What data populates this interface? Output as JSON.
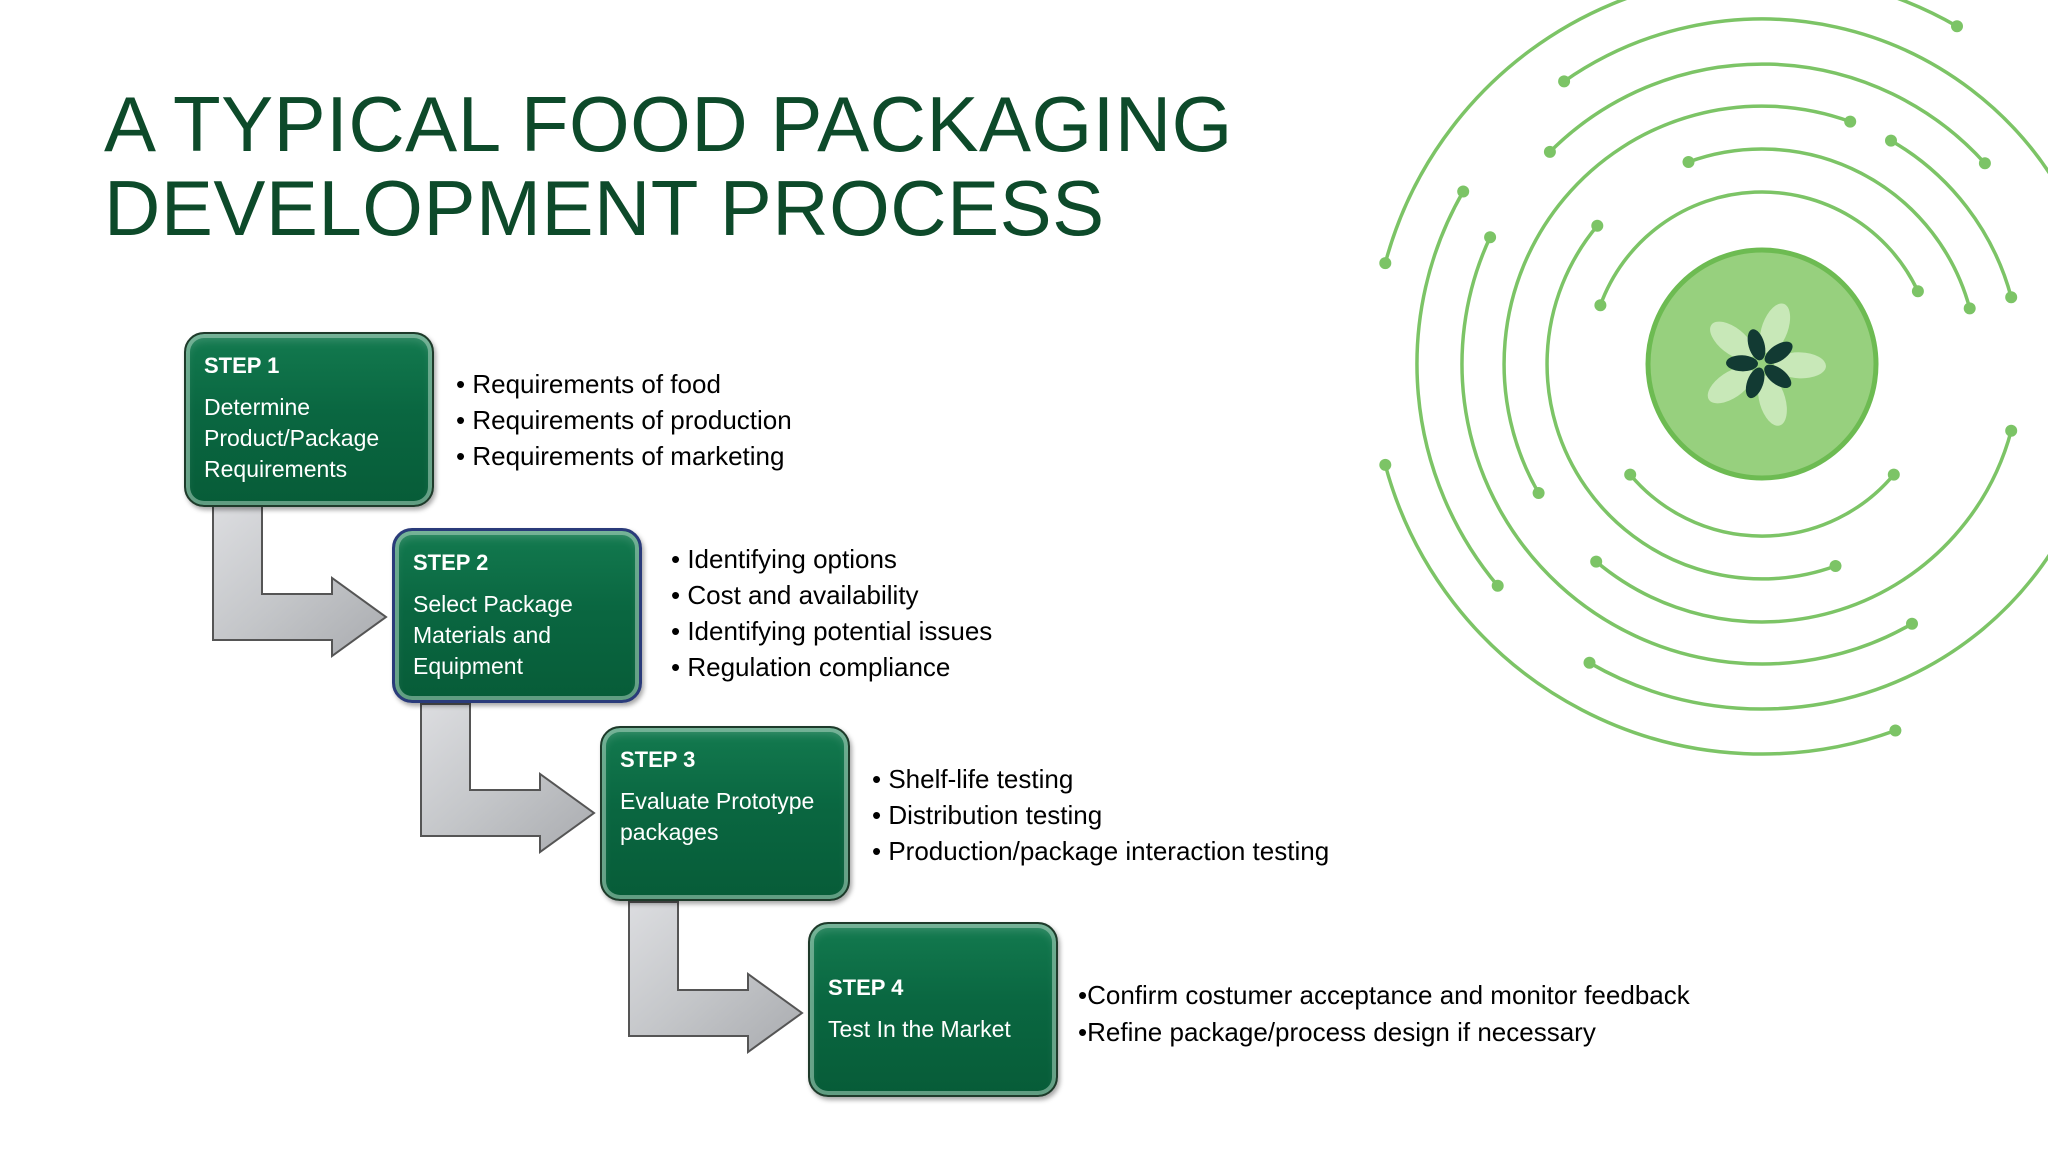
{
  "title": {
    "line1": "A TYPICAL FOOD PACKAGING",
    "line2": "DEVELOPMENT PROCESS"
  },
  "icons": {
    "decoration": "circuit-rings-icon",
    "center": "flower-emblem-icon",
    "arrow": "elbow-arrow-icon"
  },
  "colors": {
    "title": "#0d4a2a",
    "box": "#0a6741",
    "arrow": "#c8c9cb",
    "ring": "#7cc466",
    "emblem": "#97d07e"
  },
  "steps": [
    {
      "label": "STEP 1",
      "desc": [
        "Determine",
        "Product/Package",
        "Requirements"
      ],
      "bullets": [
        "• Requirements of food",
        "• Requirements of production",
        "• Requirements of marketing"
      ]
    },
    {
      "label": "STEP 2",
      "desc": [
        "Select Package",
        "Materials and",
        "Equipment"
      ],
      "bullets": [
        "• Identifying options",
        "• Cost and availability",
        "• Identifying potential issues",
        "• Regulation compliance"
      ]
    },
    {
      "label": "STEP 3",
      "desc": [
        "Evaluate Prototype",
        "packages"
      ],
      "bullets": [
        "• Shelf-life testing",
        "• Distribution testing",
        "• Production/package interaction testing"
      ]
    },
    {
      "label": "STEP 4",
      "desc": [
        "Test In the Market"
      ],
      "bullets": [
        "•Confirm costumer acceptance and monitor feedback",
        "•Refine package/process design if necessary"
      ]
    }
  ]
}
